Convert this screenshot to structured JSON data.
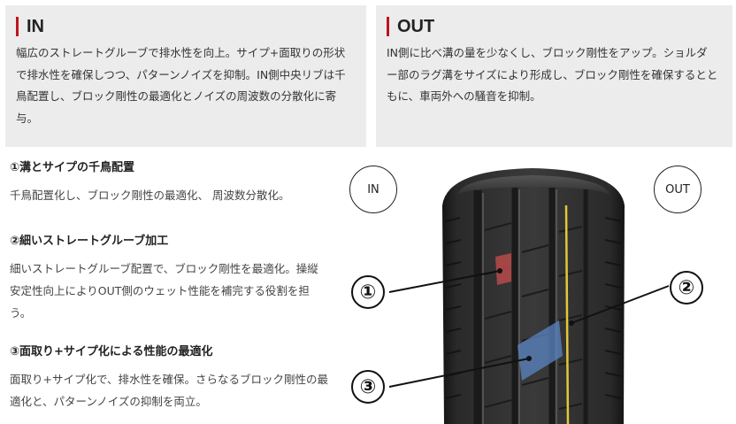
{
  "in_panel": {
    "title": "IN",
    "text": "幅広のストレートグルーブで排水性を向上。サイプ+面取りの形状で排水性を確保しつつ、パターンノイズを抑制。IN側中央リブは千鳥配置し、ブロック剛性の最適化とノイズの周波数の分散化に寄与。"
  },
  "out_panel": {
    "title": "OUT",
    "text": "IN側に比べ溝の量を少なくし、ブロック剛性をアップ。ショルダー部のラグ溝をサイズにより形成し、ブロック剛性を確保するとともに、車両外への騒音を抑制。"
  },
  "features": [
    {
      "title": "①溝とサイプの千鳥配置",
      "text": "千鳥配置化し、ブロック剛性の最適化、 周波数分散化。"
    },
    {
      "title": "②細いストレートグルーブ加工",
      "text": "細いストレートグルーブ配置で、ブロック剛性を最適化。操縦安定性向上によりOUT側のウェット性能を補完する役割を担う。"
    },
    {
      "title": "③面取り+サイプ化による性能の最適化",
      "text": "面取り+サイプ化で、排水性を確保。さらなるブロック剛性の最適化と、パターンノイズの抑制を両立。"
    }
  ],
  "badges": {
    "in": "IN",
    "out": "OUT"
  },
  "callouts": {
    "one": "①",
    "two": "②",
    "three": "③"
  },
  "colors": {
    "accent": "#c1121f",
    "panel_bg": "#ececec",
    "highlight_red": "#b84a4a",
    "highlight_blue": "#5b86c4",
    "highlight_yellow": "#e2c83a"
  }
}
